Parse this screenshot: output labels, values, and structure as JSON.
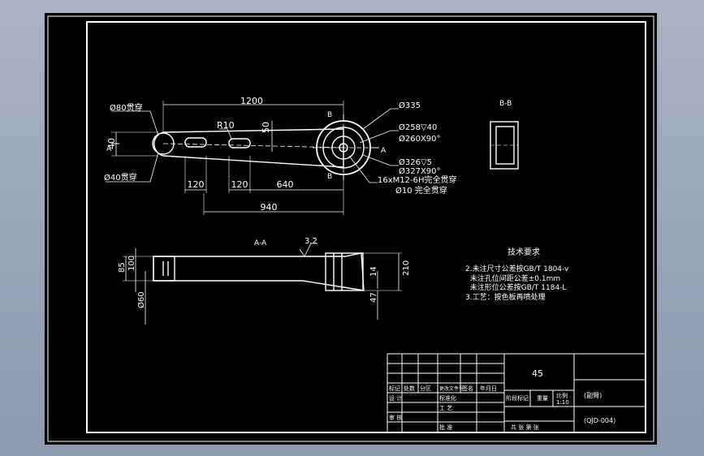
{
  "drawing": {
    "view_labels": {
      "section_bb": "B-B",
      "section_aa": "A-A",
      "arrow_a": "A",
      "arrow_b": "B"
    },
    "top_view": {
      "dim_length_total": "1200",
      "dim_radius": "R10",
      "dim_height_50": "50",
      "dim_height_40": "40",
      "dim_120_a": "120",
      "dim_120_b": "120",
      "dim_640": "640",
      "dim_940": "940",
      "callout_d80": "Ø80贯穿",
      "callout_d40": "Ø40贯穿",
      "callout_d335": "Ø335",
      "callout_d258": "Ø258▽40",
      "callout_d260": "Ø260X90°",
      "callout_d326": "Ø326▽5",
      "callout_d327": "Ø327X90°",
      "callout_m12": "16xM12-6H完全贯穿",
      "callout_d10": "Ø10 完全贯穿"
    },
    "section_view": {
      "surface_mark": "3.2",
      "dim_85": "85",
      "dim_100": "100",
      "dim_60": "Ø60",
      "dim_14": "14",
      "dim_47": "47",
      "dim_210": "210"
    },
    "tech_requirements": {
      "title": "技术要求",
      "line1": "2.未注尺寸公差按GB/T 1804-v",
      "line2": "  未注孔位间距公差±0.1mm",
      "line3": "  未注形位公差按GB/T 1184-L",
      "line4": "3.工艺：按色板再喷处理"
    },
    "title_block": {
      "material": "45",
      "part_name": "(副臂)",
      "drawing_no": "(QJD-004)",
      "scale": "1:10",
      "row_labels": {
        "mark": "标记",
        "count": "处数",
        "zone": "分区",
        "change_no": "更改文件号",
        "sign": "签名",
        "date": "年月日"
      },
      "design": "设 计",
      "standard": "标准化",
      "check": "审 核",
      "process": "工 艺",
      "approve": "批 准",
      "stage_mark": "阶段标记",
      "weight": "重量",
      "scale_label": "比例",
      "sheets": "共 张 第 张"
    }
  }
}
